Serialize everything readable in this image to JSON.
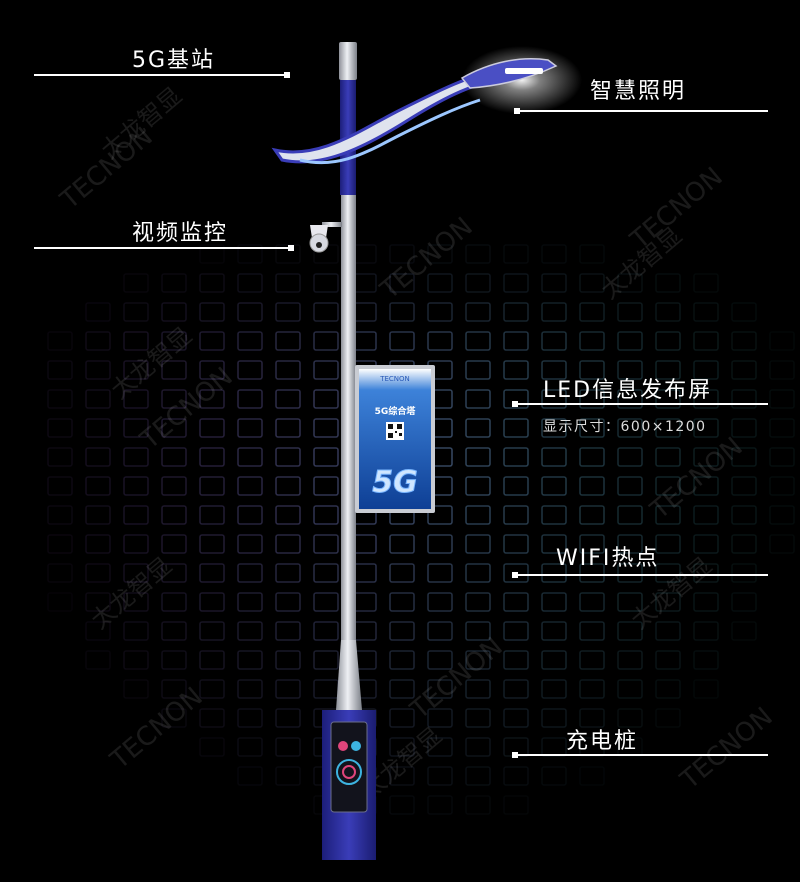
{
  "labels": {
    "base_station": "5G基站",
    "smart_lighting": "智慧照明",
    "video_monitoring": "视频监控",
    "led_screen": "LED信息发布屏",
    "led_screen_size": "显示尺寸：600×1200",
    "wifi_hotspot": "WIFI热点",
    "charging_pile": "充电桩"
  },
  "screen": {
    "brand": "TECNON",
    "title": "5G综合塔",
    "badge": "5G"
  },
  "watermark": {
    "brand": "TECNON",
    "cn": "太龙智显"
  },
  "colors": {
    "background": "#000000",
    "pole_blue": "#2b2d9c",
    "pole_silver": "#c9ccd3",
    "screen_blue": "#1f63c9",
    "grid_purple": "#7a5aa8",
    "grid_teal": "#4aa5b5"
  }
}
